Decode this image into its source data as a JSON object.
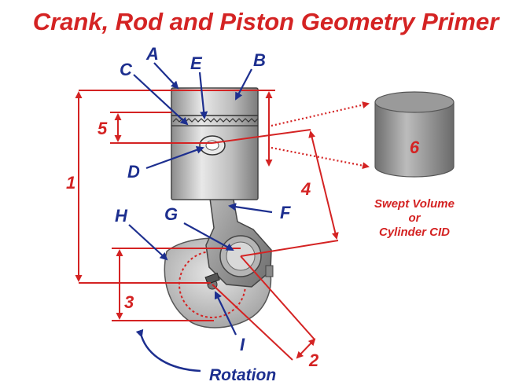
{
  "title": "Crank, Rod and Piston Geometry Primer",
  "labels": {
    "A": "A",
    "B": "B",
    "C": "C",
    "D": "D",
    "E": "E",
    "F": "F",
    "G": "G",
    "H": "H",
    "I": "I",
    "n1": "1",
    "n2": "2",
    "n3": "3",
    "n4": "4",
    "n5": "5",
    "n6": "6"
  },
  "swept_volume": {
    "line1": "Swept Volume",
    "line2": "or",
    "line3": "Cylinder CID"
  },
  "rotation": "Rotation",
  "colors": {
    "title_red": "#d42323",
    "label_blue": "#1d2f8f",
    "dimension_red": "#d42323",
    "metal_gray": "#9a9a9a"
  }
}
